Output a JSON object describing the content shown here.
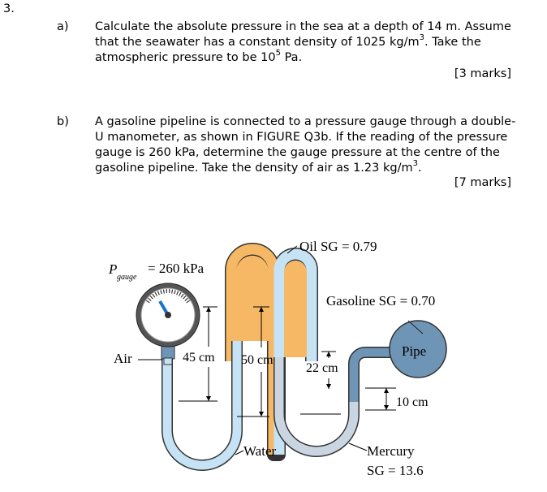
{
  "question_number": "3.",
  "part_a": {
    "label": "a)",
    "text_1": "Calculate the absolute pressure in the sea at a depth of 14 m. Assume that the seawater has a constant density of 1025 kg/m",
    "text_sup1": "3",
    "text_2": ". Take the atmospheric pressure to be 10",
    "text_sup2": "5",
    "text_3": " Pa.",
    "marks": "[3 marks]"
  },
  "part_b": {
    "label": "b)",
    "text_1": "A gasoline pipeline is connected to a pressure gauge through a double-U manometer, as shown in FIGURE Q3b. If the reading of the pressure gauge is 260 kPa, determine the gauge pressure at the centre of the gasoline pipeline. Take the density of air as 1.23 kg/m",
    "text_sup1": "3",
    "text_2": ".",
    "marks": "[7 marks]"
  },
  "figure": {
    "oil_label": "Oil SG = 0.79",
    "p_symbol": "P",
    "p_subscript": "gauge",
    "p_value": "= 260 kPa",
    "gasoline_label": "Gasoline SG = 0.70",
    "air_label": "Air",
    "dim_45": "45 cm",
    "dim_50": "50 cm",
    "dim_22": "22 cm",
    "dim_10": "10 cm",
    "pipe_label": "Pipe",
    "water_label": "Water",
    "mercury_label": "Mercury",
    "mercury_sg": "SG = 13.6",
    "colors": {
      "oil": "#f7b866",
      "water": "#c5e3f5",
      "mercury": "#c9d6e2",
      "gasoline": "#6f95b6",
      "tube_stroke": "#333333"
    }
  }
}
